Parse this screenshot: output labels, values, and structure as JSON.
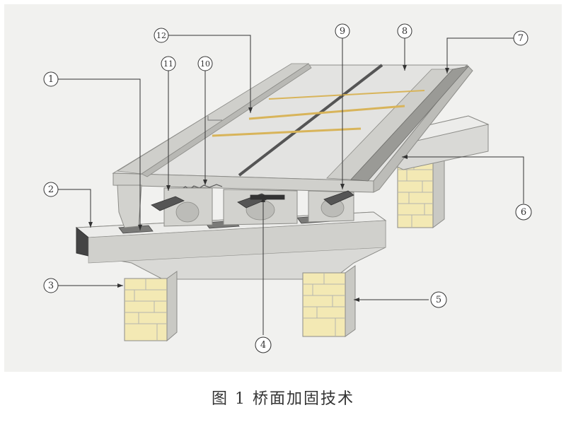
{
  "caption": "图 1 桥面加固技术",
  "callouts": {
    "c1": "1",
    "c2": "2",
    "c3": "3",
    "c4": "4",
    "c5": "5",
    "c6": "6",
    "c7": "7",
    "c8": "8",
    "c9": "9",
    "c10": "10",
    "c11": "11",
    "c12": "12"
  },
  "colors": {
    "panel": "#f1f1ef",
    "concrete": "#d9d9d6",
    "concrete_shadow": "#a9a9a6",
    "deck_top": "#e3e3e1",
    "steel": "#555555",
    "brick_light": "#f3e9b4",
    "brick_mortar": "#b9b9b4",
    "gold_strip": "#d8b45a"
  }
}
